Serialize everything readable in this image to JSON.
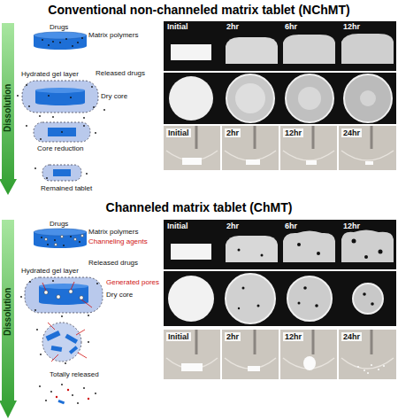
{
  "diagram": {
    "title": "Conventional non-channeled matrix tablet (NChMT)",
    "labels": [
      "Dissolution",
      "Drugs",
      "Matrix polymers",
      "Initial",
      "2hr",
      "6hr",
      "12hr",
      "Released drugs",
      "Hydrated gel layer",
      "Dry core",
      "Core reduction",
      "Initial",
      "2hr",
      "12hr",
      "24hr",
      "Remained tablet",
      "Channeled matrix tablet (ChMT)",
      "Dissolution",
      "Drugs",
      "Matrix polymers",
      "Channeling agents",
      "Initial",
      "2hr",
      "6hr",
      "12hr",
      "Released drugs",
      "Hydrated gel layer",
      "Generated pores",
      "Dry core",
      "Initial",
      "2hr",
      "12hr",
      "24hr",
      "Totally released"
    ]
  }
}
